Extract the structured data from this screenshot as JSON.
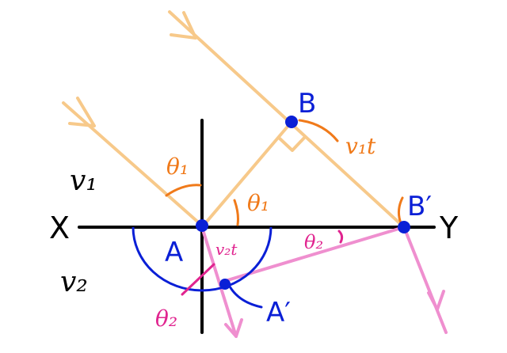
{
  "labels": {
    "axis_left": "X",
    "axis_right": "Y",
    "point_A": "A",
    "point_B": "B",
    "point_B_prime": "B′",
    "point_A_prime": "A′",
    "medium_upper": "v₁",
    "medium_lower": "v₂",
    "theta1_left": "θ₁",
    "theta1_right": "θ₁",
    "theta2_left": "θ₂",
    "theta2_right": "θ₂",
    "dist_upper": "v₁t",
    "dist_lower": "v₂t"
  },
  "colors": {
    "incident_ray": "#f7c98a",
    "refracted_ray": "#ef8fcf",
    "axis": "#000000",
    "point": "#0a1fd6",
    "label_blue": "#0a1fd6",
    "label_orange": "#f07a1a",
    "label_magenta": "#e0248f",
    "label_black": "#000000"
  }
}
